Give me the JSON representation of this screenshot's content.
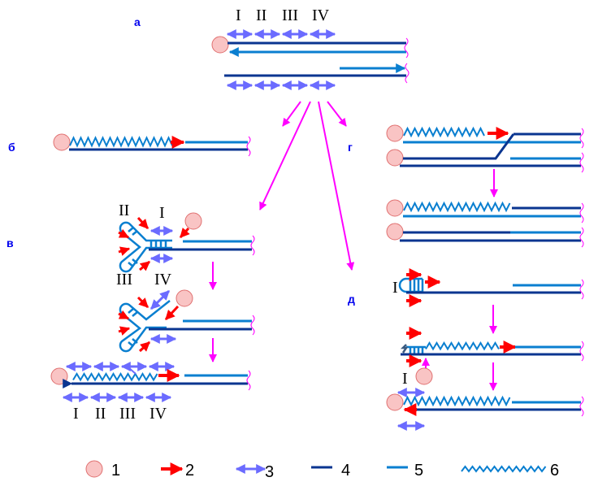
{
  "colors": {
    "bead": "#f9c4c4",
    "bead_stroke": "#e07070",
    "primer": "#ff0000",
    "segment": "#6b6bff",
    "strand_dark": "#0a3590",
    "strand_light": "#0a7fd0",
    "transition": "#ff00ff",
    "panel_label": "#0000ee"
  },
  "panels": {
    "a": "а",
    "b": "б",
    "v": "в",
    "g": "г",
    "d": "д"
  },
  "segments": {
    "top": [
      "I",
      "II",
      "III",
      "IV"
    ],
    "v_top_left": "II",
    "v_top_right": "I",
    "v_bottom_left": "III",
    "v_bottom_right": "IV",
    "v_final": [
      "I",
      "II",
      "III",
      "IV"
    ],
    "d_loop": "I",
    "d_bead": "I"
  },
  "legend": [
    {
      "num": "1",
      "meaning": "bead-icon"
    },
    {
      "num": "2",
      "meaning": "primer-arrow-icon"
    },
    {
      "num": "3",
      "meaning": "segment-double-arrow-icon"
    },
    {
      "num": "4",
      "meaning": "dark-strand-icon"
    },
    {
      "num": "5",
      "meaning": "light-strand-icon"
    },
    {
      "num": "6",
      "meaning": "zigzag-extension-icon"
    }
  ]
}
